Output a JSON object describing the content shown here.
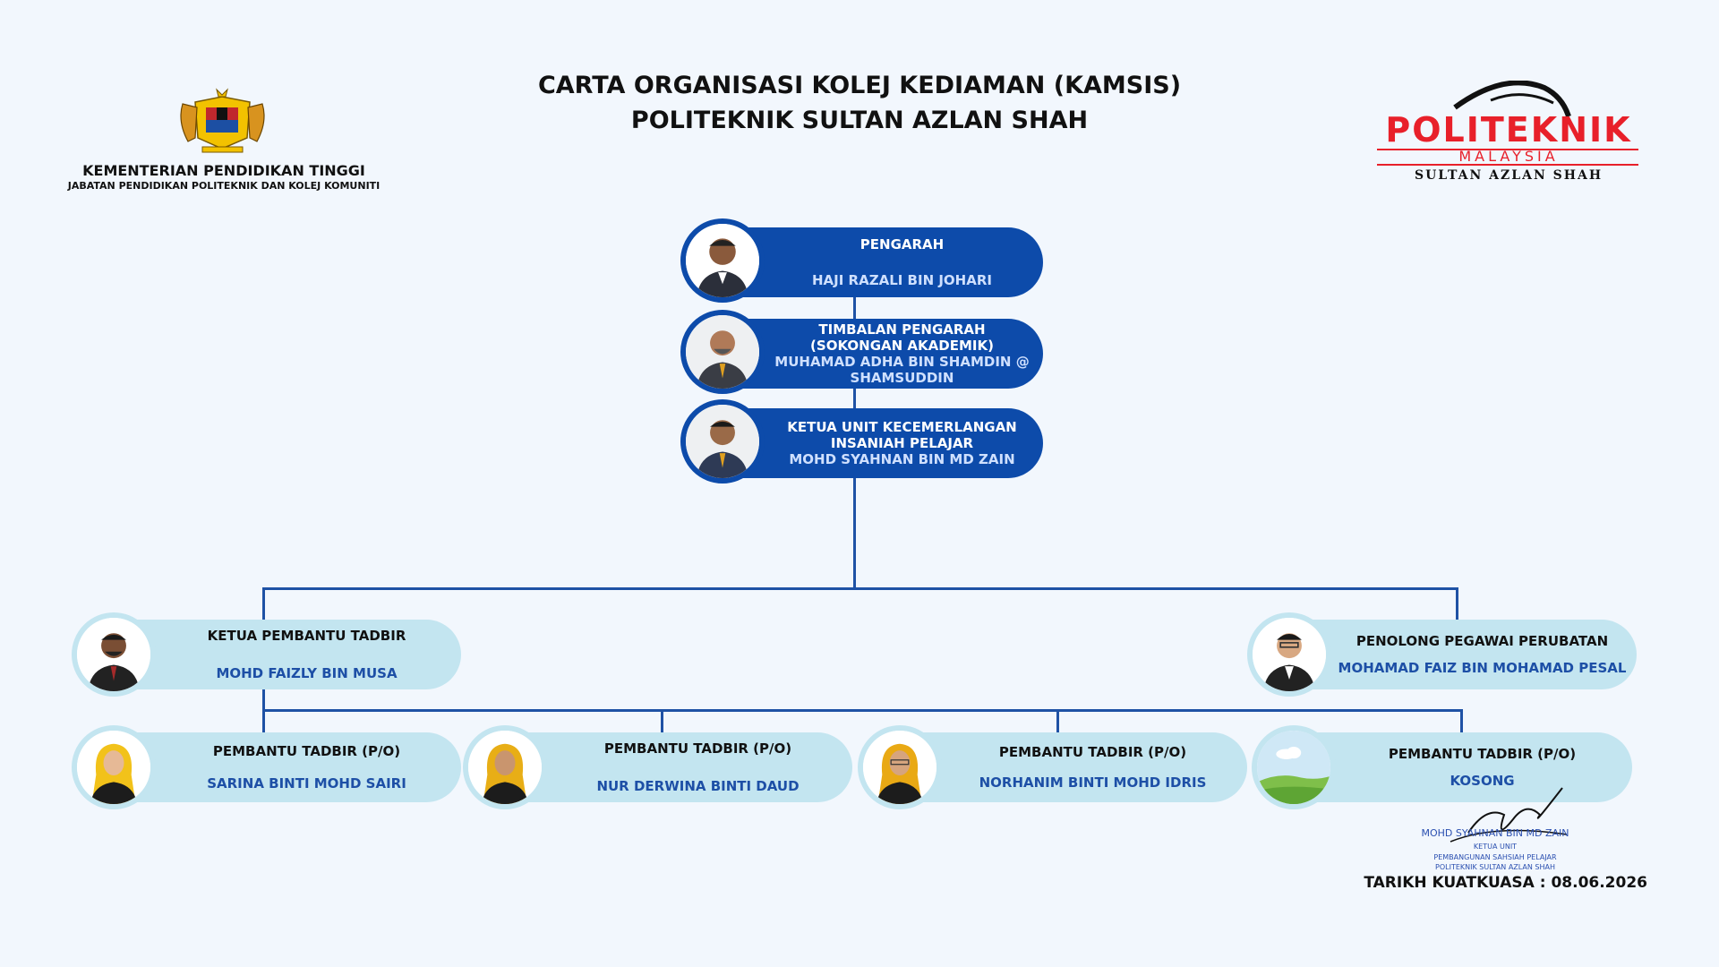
{
  "header": {
    "title_line1": "CARTA ORGANISASI KOLEJ KEDIAMAN (KAMSIS)",
    "title_line2": "POLITEKNIK SULTAN AZLAN SHAH",
    "ministry_line1": "KEMENTERIAN PENDIDIKAN TINGGI",
    "ministry_line2": "JABATAN PENDIDIKAN POLITEKNIK DAN KOLEJ KOMUNITI"
  },
  "logo": {
    "word": "POLITEKNIK",
    "sub": "MALAYSIA",
    "campus": "SULTAN AZLAN SHAH",
    "color": "#e8202a"
  },
  "nodes": {
    "director": {
      "role": "PENGARAH",
      "name": "HAJI RAZALI BIN JOHARI"
    },
    "deputy": {
      "role_line1": "TIMBALAN PENGARAH",
      "role_line2": "(SOKONGAN AKADEMIK)",
      "name_line1": "MUHAMAD ADHA BIN SHAMDIN @",
      "name_line2": "SHAMSUDDIN"
    },
    "unit_head": {
      "role_line1": "KETUA UNIT KECEMERLANGAN",
      "role_line2": "INSANIAH PELAJAR",
      "name": "MOHD SYAHNAN  BIN MD ZAIN"
    },
    "chief_admin": {
      "role": "KETUA PEMBANTU TADBIR",
      "name": "MOHD FAIZLY BIN MUSA"
    },
    "medical": {
      "role": "PENOLONG PEGAWAI PERUBATAN",
      "name": "MOHAMAD FAIZ BIN  MOHAMAD PESAL"
    },
    "admin_assistants": [
      {
        "role": "PEMBANTU TADBIR (P/O)",
        "name": "SARINA BINTI MOHD SAIRI"
      },
      {
        "role": "PEMBANTU TADBIR (P/O)",
        "name": "NUR DERWINA BINTI DAUD"
      },
      {
        "role": "PEMBANTU TADBIR (P/O)",
        "name": "NORHANIM BINTI MOHD IDRIS"
      },
      {
        "role": "PEMBANTU TADBIR (P/O)",
        "name": "KOSONG"
      }
    ]
  },
  "signature": {
    "name": "MOHD SYAHNAN BIN MD ZAIN",
    "title": "KETUA UNIT",
    "unit": "PEMBANGUNAN SAHSIAH PELAJAR",
    "org": "POLITEKNIK SULTAN AZLAN SHAH"
  },
  "footer": {
    "effective_date": "TARIKH KUATKUASA : 08.06.2026"
  },
  "colors": {
    "primary": "#0d4baa",
    "light": "#c3e5f0",
    "line": "#1f52a5",
    "background": "#f2f7fd"
  }
}
